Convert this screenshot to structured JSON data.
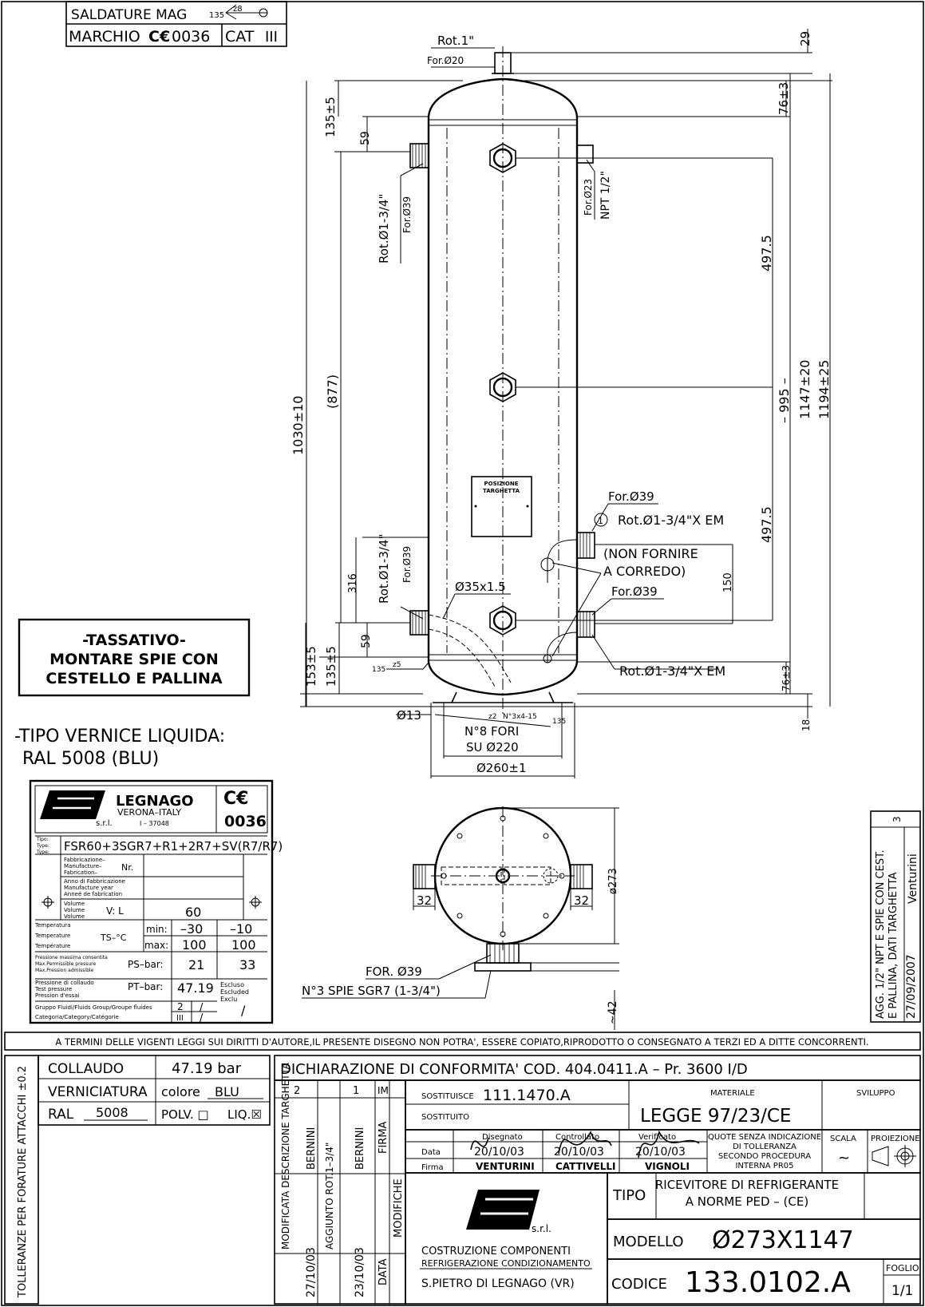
{
  "top_box": {
    "welding": "SALDATURE MAG",
    "weld_sym_a": "135",
    "weld_sym_b": "z8",
    "mark": "MARCHIO",
    "ce_code": "0036",
    "cat": "CAT",
    "cat_roman": "III"
  },
  "callouts": {
    "rot_top": "Rot.1\"",
    "for_top": "For.Ø20",
    "rot_left_top": "Rot.Ø1-3/4\"",
    "for_left_top": "For.Ø39",
    "for_right_top": "For.Ø23",
    "npt_right_top": "NPT 1/2\"",
    "rot_left_bot": "Rot.Ø1-3/4\"",
    "for_left_bot": "For.Ø39",
    "pipe": "Ø35x1.5",
    "plate_1": "POSIZIONE",
    "plate_2": "TARGHETTA",
    "for_r1": "For.Ø39",
    "circle_num": "1",
    "rot_r1": "Rot.Ø1-3/4\"X EM",
    "non_fornire_1": "(NON FORNIRE",
    "non_fornire_2": "A CORREDO)",
    "for_r2": "For.Ø39",
    "rot_r2": "Rot.Ø1-3/4\"X EM",
    "weld_small_a": "135",
    "weld_small_b": "z5",
    "foot_weld_a": "z2",
    "foot_weld_b": "N°3x4-15",
    "foot_weld_c": "135",
    "holes_1": "N°8 FORI",
    "holes_2": "SU Ø220",
    "for_bottom": "FOR. Ø39",
    "spie": "N°3 SPIE SGR7 (1-3/4\")"
  },
  "dims": {
    "d29": "29",
    "d76a": "76±3",
    "d135a": "135±5",
    "d59a": "59",
    "d4975a": "497.5",
    "d995": "– 995 –",
    "d1147": "1147±20",
    "d1194": "1194±25",
    "d1030": "1030±10",
    "d877": "(877)",
    "d4975b": "497.5",
    "d316": "316",
    "d150": "150",
    "d59b": "59",
    "d153": "153±5",
    "d135b": "135±5",
    "d76b": "76±3",
    "d18": "18",
    "d13": "Ø13",
    "d260": "Ø260±1",
    "d273": "ø273",
    "d32a": "32",
    "d32b": "32",
    "d42": "~42"
  },
  "warning": {
    "line1": "-TASSATIVO-",
    "line2": "MONTARE SPIE CON",
    "line3": "CESTELLO E PALLINA"
  },
  "paint": {
    "line1": "-TIPO VERNICE LIQUIDA:",
    "line2": "RAL 5008 (BLU)"
  },
  "nameplate": {
    "city": "LEGNAGO",
    "region": "VERONA–ITALY",
    "zip": "I – 37048",
    "srl": "s.r.l.",
    "ce_num": "0036",
    "tipo_l1": "Tipo:",
    "tipo_l2": "Type:",
    "tipo_l3": "Type:",
    "tipo_value": "FSR60+3SGR7+R1+2R7+SV(R7/R7)",
    "fab_l1": "Fabbricazione–",
    "fab_l2": "Manufacture–",
    "fab_l3": "Fabrication–",
    "nr": "Nr.",
    "year_l1": "Anno di Fabbricazione",
    "year_l2": "Manufacture year",
    "year_l3": "Anneé de fabrication",
    "vol_l1": "Volume",
    "vol_l2": "Volume",
    "vol_l3": "Volume",
    "vol_unit": "V: L",
    "vol_value": "60",
    "temp_l1": "Temperatura",
    "temp_l2": "Temperature",
    "temp_l3": "Température",
    "temp_unit": "TS–°C",
    "min": "min:",
    "max": "max:",
    "tmin1": "–30",
    "tmin2": "–10",
    "tmax1": "100",
    "tmax2": "100",
    "ps_l1": "Pressione massima consentita",
    "ps_l2": "Max.Permissible pressure",
    "ps_l3": "Max.Pression admissible",
    "ps_unit": "PS–bar:",
    "ps1": "21",
    "ps2": "33",
    "pt_l1": "Pressione di collaudo",
    "pt_l2": "Test pressure",
    "pt_l3": "Pression d'essai",
    "pt_unit": "PT–bar:",
    "pt1": "47.19",
    "excl1": "Escluso",
    "excl2": "Escluded",
    "excl3": "Exclu",
    "grp_l1": "Gruppo Fluidi/Fluids Group/Groupe fluides",
    "grp_l2": "Categoria/Category/Catégorie",
    "grp_v1": "2",
    "grp_v2": "III",
    "slash1": "/",
    "slash2": "/",
    "slash3": "/"
  },
  "revision_box": {
    "num": "3",
    "line1": "AGG. 1/2\" NPT E SPIE CON CEST.",
    "line2": "E PALLINA, DATI TARGHETTA",
    "date": "27/09/2007",
    "name": "Venturini"
  },
  "copyright": "A TERMINI DELLE VIGENTI LEGGI SUI DIRITTI D'AUTORE,IL PRESENTE DISEGNO NON POTRA', ESSERE COPIATO,RIPRODOTTO O CONSEGNATO A TERZI ED A DITTE CONCORRENTI.",
  "title_block": {
    "tolerance": "TOLLERANZE PER FORATURE ATTACCHI ±0.2",
    "collaudo": "COLLAUDO",
    "collaudo_val": "47.19 bar",
    "verniciatura": "VERNICIATURA",
    "colore": "colore",
    "colore_val": "BLU",
    "ral": "RAL",
    "ral_val": "5008",
    "polv": "POLV. □",
    "liq": "LIQ.☒",
    "dichiarazione": "DICHIARAZIONE DI CONFORMITA' COD. 404.0411.A – Pr. 3600 I/D",
    "rev2": "2",
    "rev1": "1",
    "im": "IM",
    "rev2_desc": "MODIFICATA DESCRIZIONE TARGHETTA",
    "rev2_date": "27/10/03",
    "rev2_name": "BERNINI",
    "rev1_desc": "AGGIUNTO ROT.1–3/4\"",
    "rev1_date": "23/10/03",
    "rev1_name": "BERNINI",
    "firma": "FIRMA",
    "data": "DATA",
    "modifiche": "MODIFICHE",
    "sostituisce": "SOSTITUISCE",
    "sostituisce_val": "111.1470.A",
    "sostituito": "SOSTITUITO",
    "materiale": "MATERIALE",
    "sviluppo": "SVILUPPO",
    "legge": "LEGGE 97/23/CE",
    "disegnato": "Disegnato",
    "controllato": "Controllato",
    "verificato": "Verificato",
    "data_row": "Data",
    "firma_row": "Firma",
    "date1": "20/10/03",
    "date2": "20/10/03",
    "date3": "20/10/03",
    "name1": "VENTURINI",
    "name2": "CATTIVELLI",
    "name3": "VIGNOLI",
    "quote1": "QUOTE SENZA INDICAZIONE",
    "quote2": "DI TOLLERANZA",
    "quote3": "SECONDO PROCEDURA",
    "quote4": "INTERNA PR05",
    "scala": "SCALA",
    "scala_val": "~",
    "proiezione": "PROIEZIONE",
    "logo_srl": "s.r.l.",
    "costr1": "COSTRUZIONE COMPONENTI",
    "costr2": "REFRIGERAZIONE CONDIZIONAMENTO",
    "address": "S.PIETRO DI LEGNAGO (VR)",
    "tipo": "TIPO",
    "tipo_val1": "RICEVITORE DI REFRIGERANTE",
    "tipo_val2": "A NORME PED – (CE)",
    "modello": "MODELLO",
    "modello_val": "Ø273X1147",
    "codice": "CODICE",
    "codice_val": "133.0102.A",
    "foglio": "FOGLIO",
    "foglio_val": "1/1"
  }
}
